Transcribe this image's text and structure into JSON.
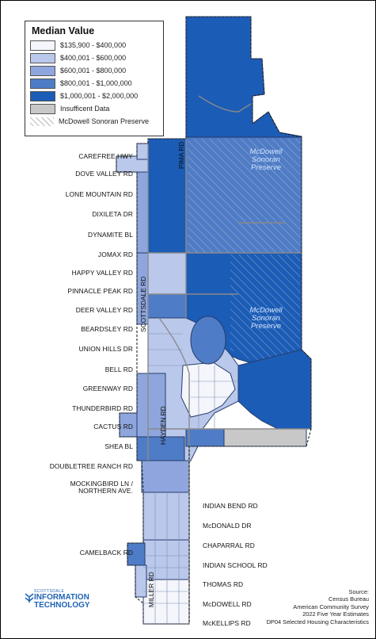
{
  "legend": {
    "title": "Median Value",
    "items": [
      {
        "label": "$135,900 - $400,000",
        "color": "#f4f6fc"
      },
      {
        "label": "$400,001 - $600,000",
        "color": "#b9c8eb"
      },
      {
        "label": "$600,001 - $800,000",
        "color": "#8ea6dd"
      },
      {
        "label": "$800,001 - $1,000,000",
        "color": "#4f7cc6"
      },
      {
        "label": "$1,000,001 - $2,000,000",
        "color": "#1b5cb6"
      },
      {
        "label": "Insufficent Data",
        "color": "#c8c8c8"
      },
      {
        "label": "McDowell Sonoran Preserve",
        "color": "hatch"
      }
    ]
  },
  "roads_left": [
    "CAREFREE HWY",
    "DOVE VALLEY RD",
    "LONE MOUNTAIN RD",
    "DIXILETA DR",
    "DYNAMITE BL",
    "JOMAX RD",
    "HAPPY VALLEY RD",
    "PINNACLE PEAK RD",
    "DEER VALLEY RD",
    "BEARDSLEY RD",
    "UNION HILLS DR",
    "BELL RD",
    "GREENWAY RD",
    "THUNDERBIRD RD",
    "CACTUS RD",
    "SHEA BL",
    "DOUBLETREE RANCH RD",
    "MOCKINGBIRD LN /",
    "NORTHERN AVE.",
    "CAMELBACK RD"
  ],
  "roads_right": [
    "INDIAN BEND RD",
    "McDONALD DR",
    "CHAPARRAL RD",
    "INDIAN SCHOOL RD",
    "THOMAS RD",
    "McDOWELL RD",
    "McKELLIPS RD"
  ],
  "roads_vertical": {
    "pima": "PIMA RD",
    "scottsdale": "SCOTTSDALE RD",
    "hayden": "HAYDEN RD",
    "miller": "MILLER RD"
  },
  "preserve_labels": {
    "north": "McDowell Sonoran Preserve",
    "south": "McDowell Sonoran Preserve"
  },
  "source": {
    "line1": "Source:",
    "line2": "Census Bureau",
    "line3": "American Community Survey",
    "line4": "2022 Five Year Estimates",
    "line5": "DP04 Selected Housing Characteristics"
  },
  "logo": {
    "small": "SCOTTSDALE",
    "line1": "INFORMATION",
    "line2": "TECHNOLOGY"
  }
}
